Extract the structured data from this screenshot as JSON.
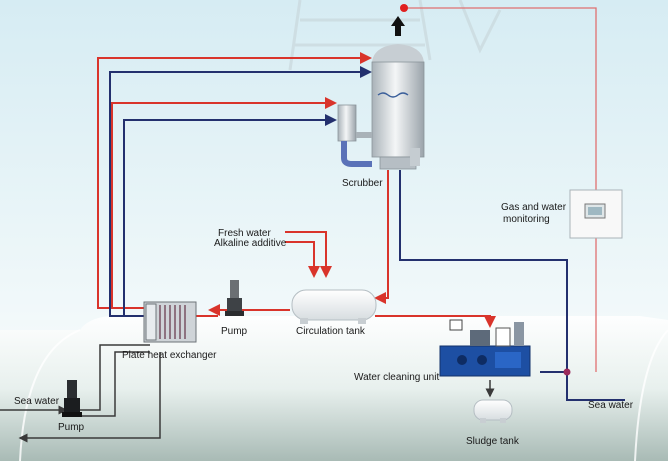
{
  "labels": {
    "scrubber": "Scrubber",
    "gas_monitoring_line1": "Gas and water",
    "gas_monitoring_line2": "monitoring",
    "fresh_water": "Fresh water",
    "alkaline_additive": "Alkaline additive",
    "pump_upper": "Pump",
    "circulation_tank": "Circulation tank",
    "plate_heat_exchanger": "Plate heat exchanger",
    "water_cleaning_unit": "Water cleaning unit",
    "sea_water_left": "Sea water",
    "pump_lower": "Pump",
    "sea_water_right": "Sea water",
    "sludge_tank": "Sludge tank"
  },
  "colors": {
    "red_line": "#d9342b",
    "blue_line": "#23306e",
    "gray_line": "#3a3a3a",
    "monitor_line": "#e07070",
    "sky": "#cfe6ee",
    "ship": "#dfeae6"
  }
}
